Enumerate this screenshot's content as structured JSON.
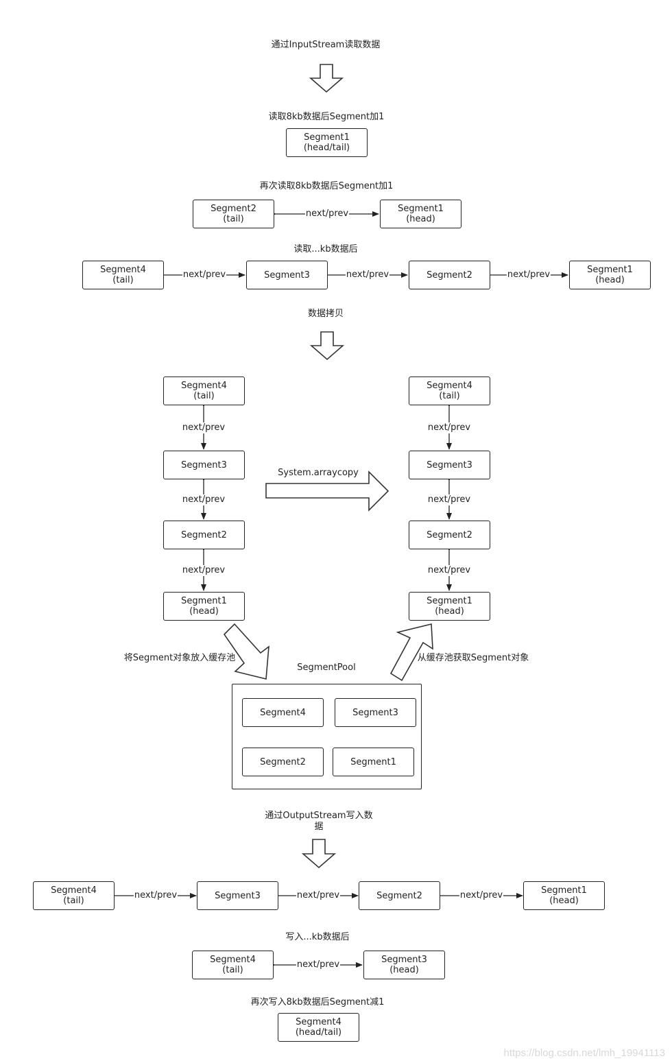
{
  "labels": {
    "read_input": "通过InputStream读取数据",
    "read_8kb": "读取8kb数据后Segment加1",
    "read_again": "再次读取8kb数据后Segment加1",
    "read_more": "读取...kb数据后",
    "copy": "数据拷贝",
    "arraycopy": "System.arraycopy",
    "to_pool": "将Segment对象放入缓存池",
    "from_pool": "从缓存池获取Segment对象",
    "pool_title": "SegmentPool",
    "write_output": "通过OutputStream写入数据",
    "write_more": "写入...kb数据后",
    "write_again": "再次写入8kb数据后Segment减1"
  },
  "link": "next/prev",
  "segments": {
    "s1": "Segment1",
    "s2": "Segment2",
    "s3": "Segment3",
    "s4": "Segment4",
    "head": "(head)",
    "tail": "(tail)",
    "head_tail": "(head/tail)"
  },
  "watermark": "https://blog.csdn.net/lmh_19941113"
}
